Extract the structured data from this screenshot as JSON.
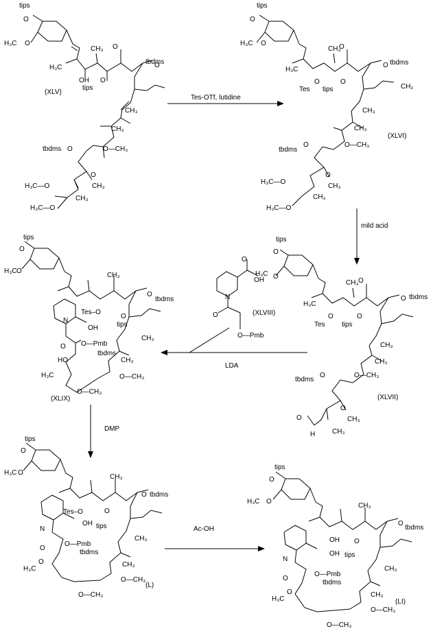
{
  "scheme": {
    "compounds": {
      "XLV": "(XLV)",
      "XLVI": "(XLVI)",
      "XLVII": "(XLVII)",
      "XLVIII": "(XLVIII)",
      "XLIX": "(XLIX)",
      "L": "(L)",
      "LI": "(LI)"
    },
    "reagents": {
      "step1": "Tes-OTf, lutidine",
      "step2": "mild acid",
      "step3": "LDA",
      "step4": "DMP",
      "step5": "Ac-OH"
    },
    "groups": {
      "tips": "tips",
      "tbdms": "tbdms",
      "tes_o": "Tes–O",
      "tes": "Tes",
      "pmb": "O—Pmb",
      "opmb": "O",
      "pmb_word": "Pmb",
      "h3c": "H₃C",
      "ch3": "CH₃",
      "o": "O",
      "oh": "OH",
      "ho": "HO",
      "n": "N",
      "h": "H",
      "ch2": "CH₂",
      "o_ch3": "O—CH₃",
      "h3c_o": "H₃C—O"
    }
  }
}
